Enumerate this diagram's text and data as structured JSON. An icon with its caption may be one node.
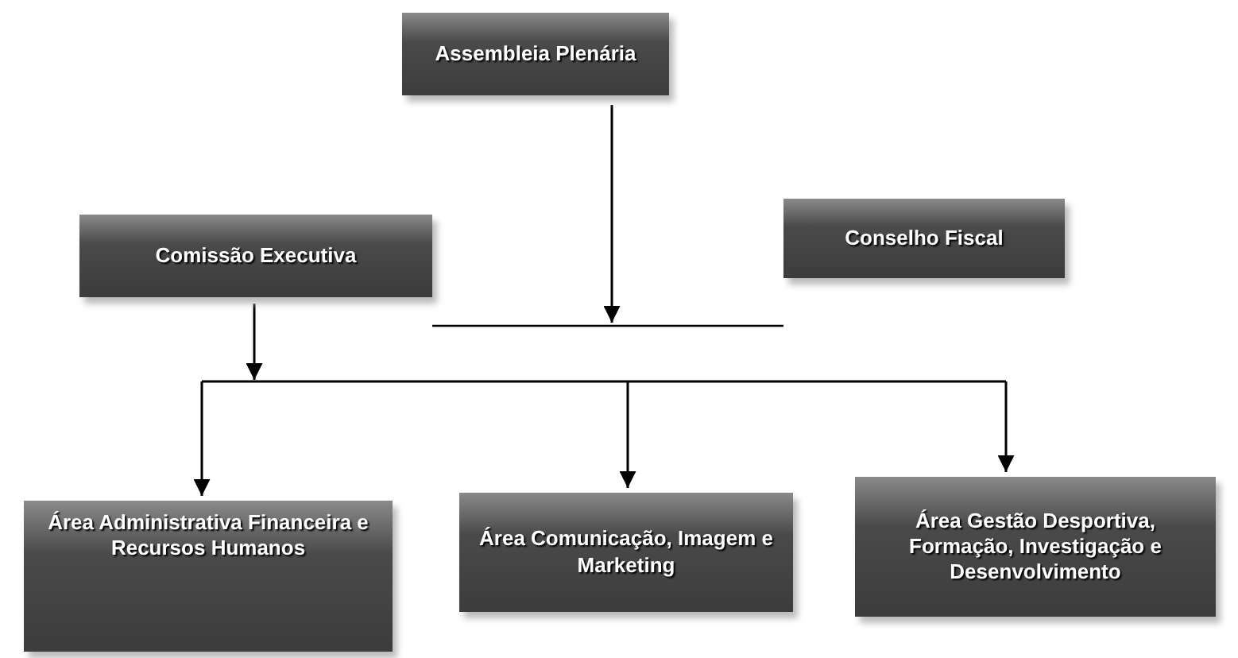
{
  "diagram": {
    "nodes": [
      {
        "text": [
          "Assembleia Plenária"
        ]
      },
      {
        "text": [
          "Comissão Executiva"
        ]
      },
      {
        "text": [
          "Conselho Fiscal"
        ]
      },
      {
        "text": [
          "Área Administrativa Financeira e Recursos Humanos"
        ]
      },
      {
        "text": [
          "Área Comunicação, Imagem e Marketing"
        ]
      },
      {
        "text": [
          "Área Gestão Desportiva, Formação, Investigação e Desenvolvimento"
        ]
      }
    ],
    "edges": [
      {
        "from": 0,
        "to": null,
        "arrow": "to"
      },
      {
        "from": 1,
        "to": 2,
        "arrow": "none"
      },
      {
        "from": 1,
        "to": 3,
        "arrow": "to"
      },
      {
        "from": 1,
        "to": 4,
        "arrow": "to"
      },
      {
        "from": 1,
        "to": 5,
        "arrow": "to"
      }
    ]
  }
}
